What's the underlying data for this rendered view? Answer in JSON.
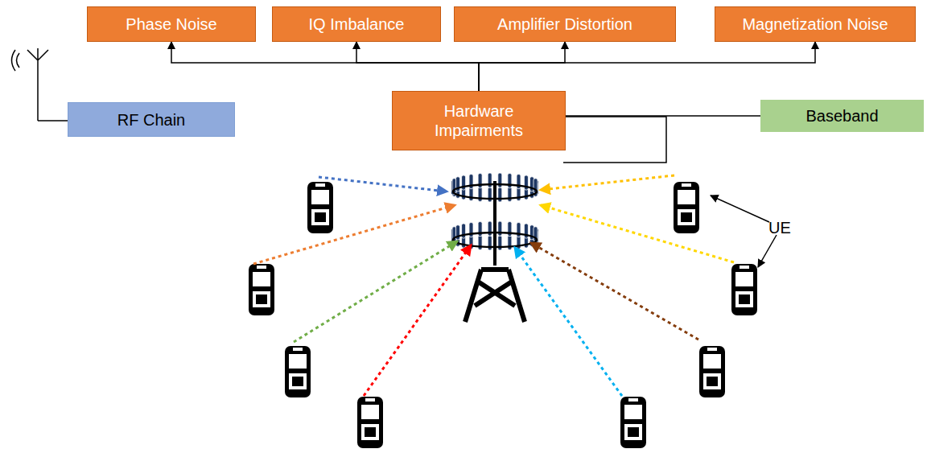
{
  "diagram": {
    "nodes": [
      {
        "text": [
          "Phase Noise"
        ]
      },
      {
        "text": [
          "IQ Imbalance"
        ]
      },
      {
        "text": [
          "Amplifier Distortion"
        ]
      },
      {
        "text": [
          "Magnetization Noise"
        ]
      },
      {
        "text": [
          "RF Chain"
        ]
      },
      {
        "text": [
          "Hardware Impairments"
        ]
      },
      {
        "text": [
          "Baseband"
        ]
      }
    ],
    "edges": [
      {
        "from": 5,
        "to": 0,
        "arrow": "to"
      },
      {
        "from": 5,
        "to": 1,
        "arrow": "to"
      },
      {
        "from": 5,
        "to": 2,
        "arrow": "to"
      },
      {
        "from": 5,
        "to": 3,
        "arrow": "to"
      },
      {
        "from": 5,
        "to": 6,
        "arrow": "none"
      }
    ],
    "labels": [
      "UE"
    ]
  }
}
